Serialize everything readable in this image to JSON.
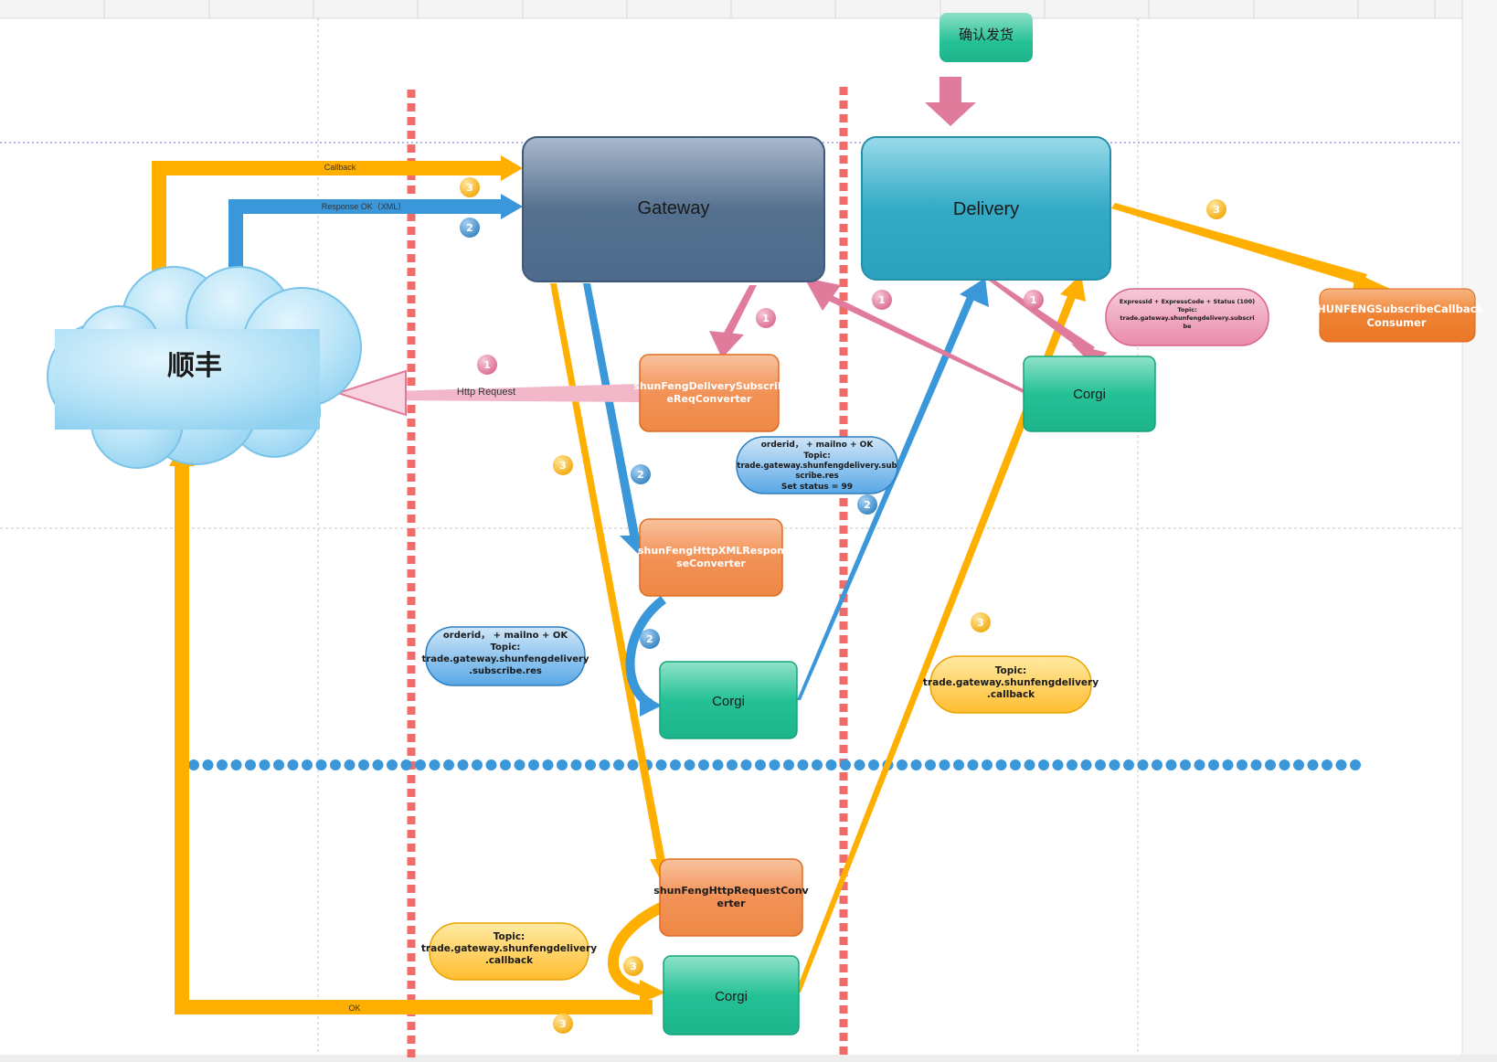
{
  "nodes": {
    "confirm": "确认发货",
    "gateway": "Gateway",
    "delivery": "Delivery",
    "cloud": "顺丰",
    "consumer_line1": "SHUNFENGSubscribeCallback",
    "consumer_line2": "Consumer",
    "req_converter_line1": "shunFengDeliverySubscrib",
    "req_converter_line2": "eReqConverter",
    "xml_converter_line1": "shunFengHttpXMLRespon",
    "xml_converter_line2": "seConverter",
    "http_converter_line1": "shunFengHttpRequestConv",
    "http_converter_line2": "erter",
    "corgi": "Corgi"
  },
  "edges": {
    "callback": "Callback",
    "response_ok": "Response OK（XML）",
    "http_request": "Http Request",
    "ok": "OK"
  },
  "notes": {
    "pink_line1": "ExpressId + ExpressCode + Status (100)",
    "pink_line2": "Topic:",
    "pink_line3": "trade.gateway.shunfengdelivery.subscri",
    "pink_line4": "be",
    "blue_top_line1": "orderid，  + mailno + OK",
    "blue_top_line2": "Topic:",
    "blue_top_line3": "trade.gateway.shunfengdelivery.sub",
    "blue_top_line4": "scribe.res",
    "blue_top_line5": "Set status = 99",
    "blue_left_line1": "orderid，  + mailno + OK",
    "blue_left_line2": "Topic:",
    "blue_left_line3": "trade.gateway.shunfengdelivery",
    "blue_left_line4": ".subscribe.res",
    "yellow_right_line1": "Topic:",
    "yellow_right_line2": "trade.gateway.shunfengdelivery",
    "yellow_right_line3": ".callback",
    "yellow_left_line1": "Topic:",
    "yellow_left_line2": "trade.gateway.shunfengdelivery",
    "yellow_left_line3": ".callback"
  },
  "steps": {
    "one": "1",
    "two": "2",
    "three": "3"
  },
  "colors": {
    "flow1": "#e07b9b",
    "flow2": "#3a97d9",
    "flow3": "#ffaf00",
    "gateway": "#4e6b8f",
    "delivery": "#2ea5c2",
    "converter": "#f08c4a",
    "corgi": "#22bf94",
    "consumer": "#ef7d2c",
    "boundary": "#f26b6b"
  }
}
